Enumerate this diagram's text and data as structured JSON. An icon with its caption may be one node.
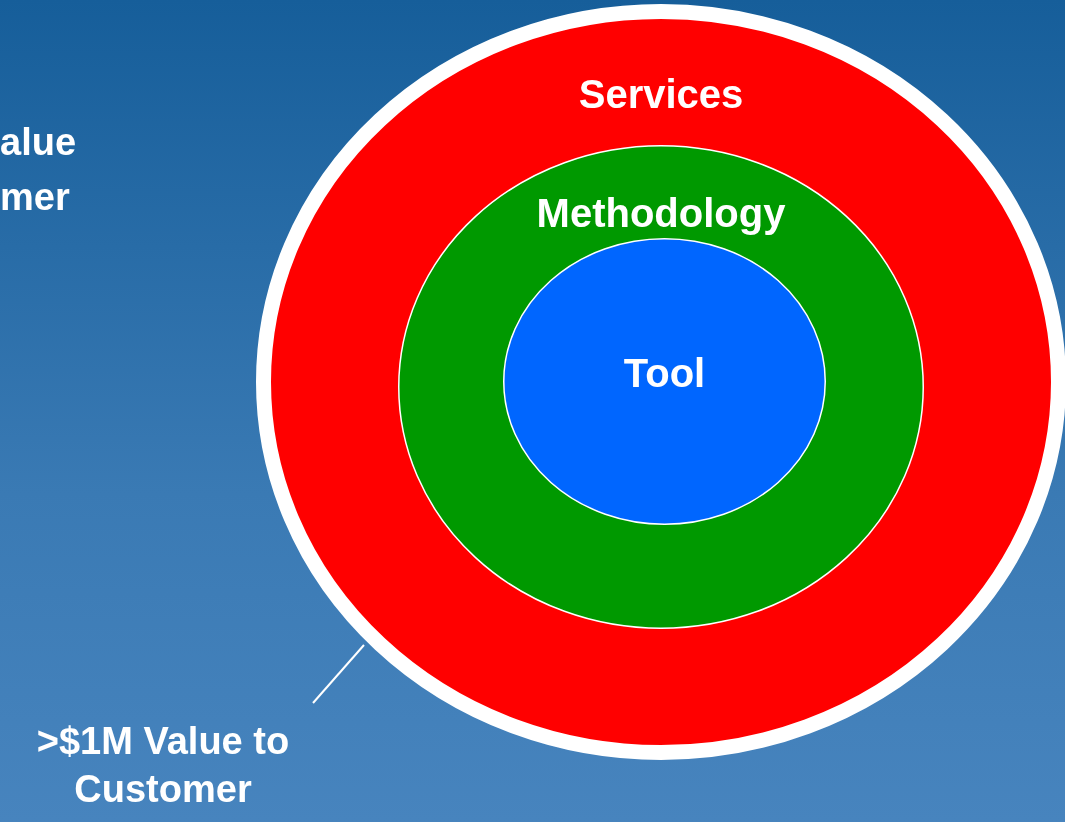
{
  "diagram": {
    "nodes": [
      {
        "text": [
          "Services"
        ]
      },
      {
        "text": [
          "Methodology"
        ],
        "in": 0
      },
      {
        "text": [
          "Tool"
        ],
        "in": 1
      },
      {
        "text": [
          ">$1M Value to Customer"
        ]
      }
    ],
    "edges": [
      {
        "from": 3,
        "to": 0,
        "arrow": "none"
      }
    ],
    "labels": [
      "alue mer"
    ]
  }
}
